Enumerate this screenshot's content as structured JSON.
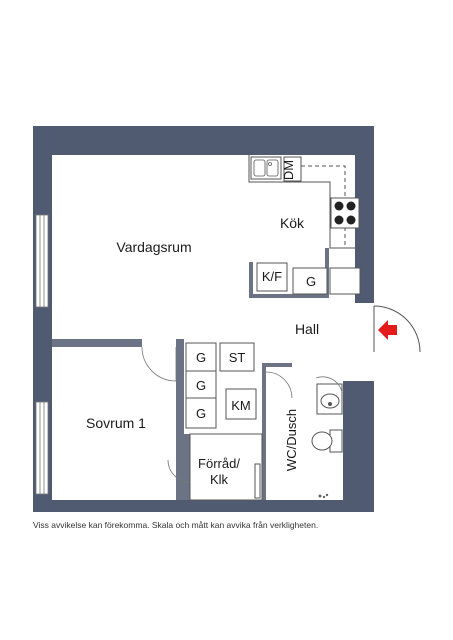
{
  "plan": {
    "rooms": {
      "living_room": "Vardagsrum",
      "kitchen": "Kök",
      "hall": "Hall",
      "bedroom": "Sovrum 1",
      "bathroom": "WC/Dusch"
    },
    "fixtures": {
      "dishwasher": "DM",
      "fridge_freezer": "K/F",
      "closet": "G",
      "storage": "ST",
      "washing_machine": "KM"
    },
    "storage_room_line1": "Förråd/",
    "storage_room_line2": "Klk"
  },
  "disclaimer": "Viss avvikelse kan förekomma. Skala och mått kan avvika från verkligheten.",
  "colors": {
    "wall": "#505a70",
    "entrance_arrow": "#e31b1b",
    "line": "#333333"
  }
}
